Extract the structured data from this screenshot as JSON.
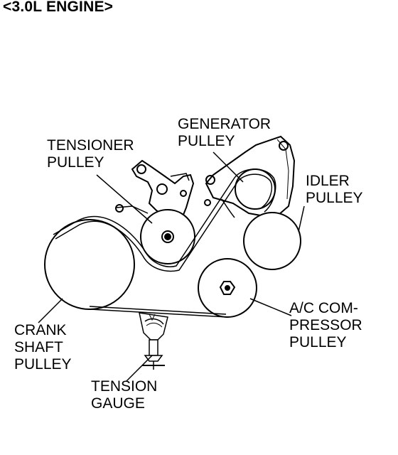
{
  "title": "<3.0L ENGINE>",
  "labels": {
    "generator": [
      "GENERATOR",
      "PULLEY"
    ],
    "tensioner": [
      "TENSIONER",
      "PULLEY"
    ],
    "idler": [
      "IDLER",
      "PULLEY"
    ],
    "ac": [
      "A/C COM-",
      "PRESSOR",
      "PULLEY"
    ],
    "crank": [
      "CRANK",
      "SHAFT",
      "PULLEY"
    ],
    "gauge": [
      "TENSION",
      "GAUGE"
    ]
  }
}
